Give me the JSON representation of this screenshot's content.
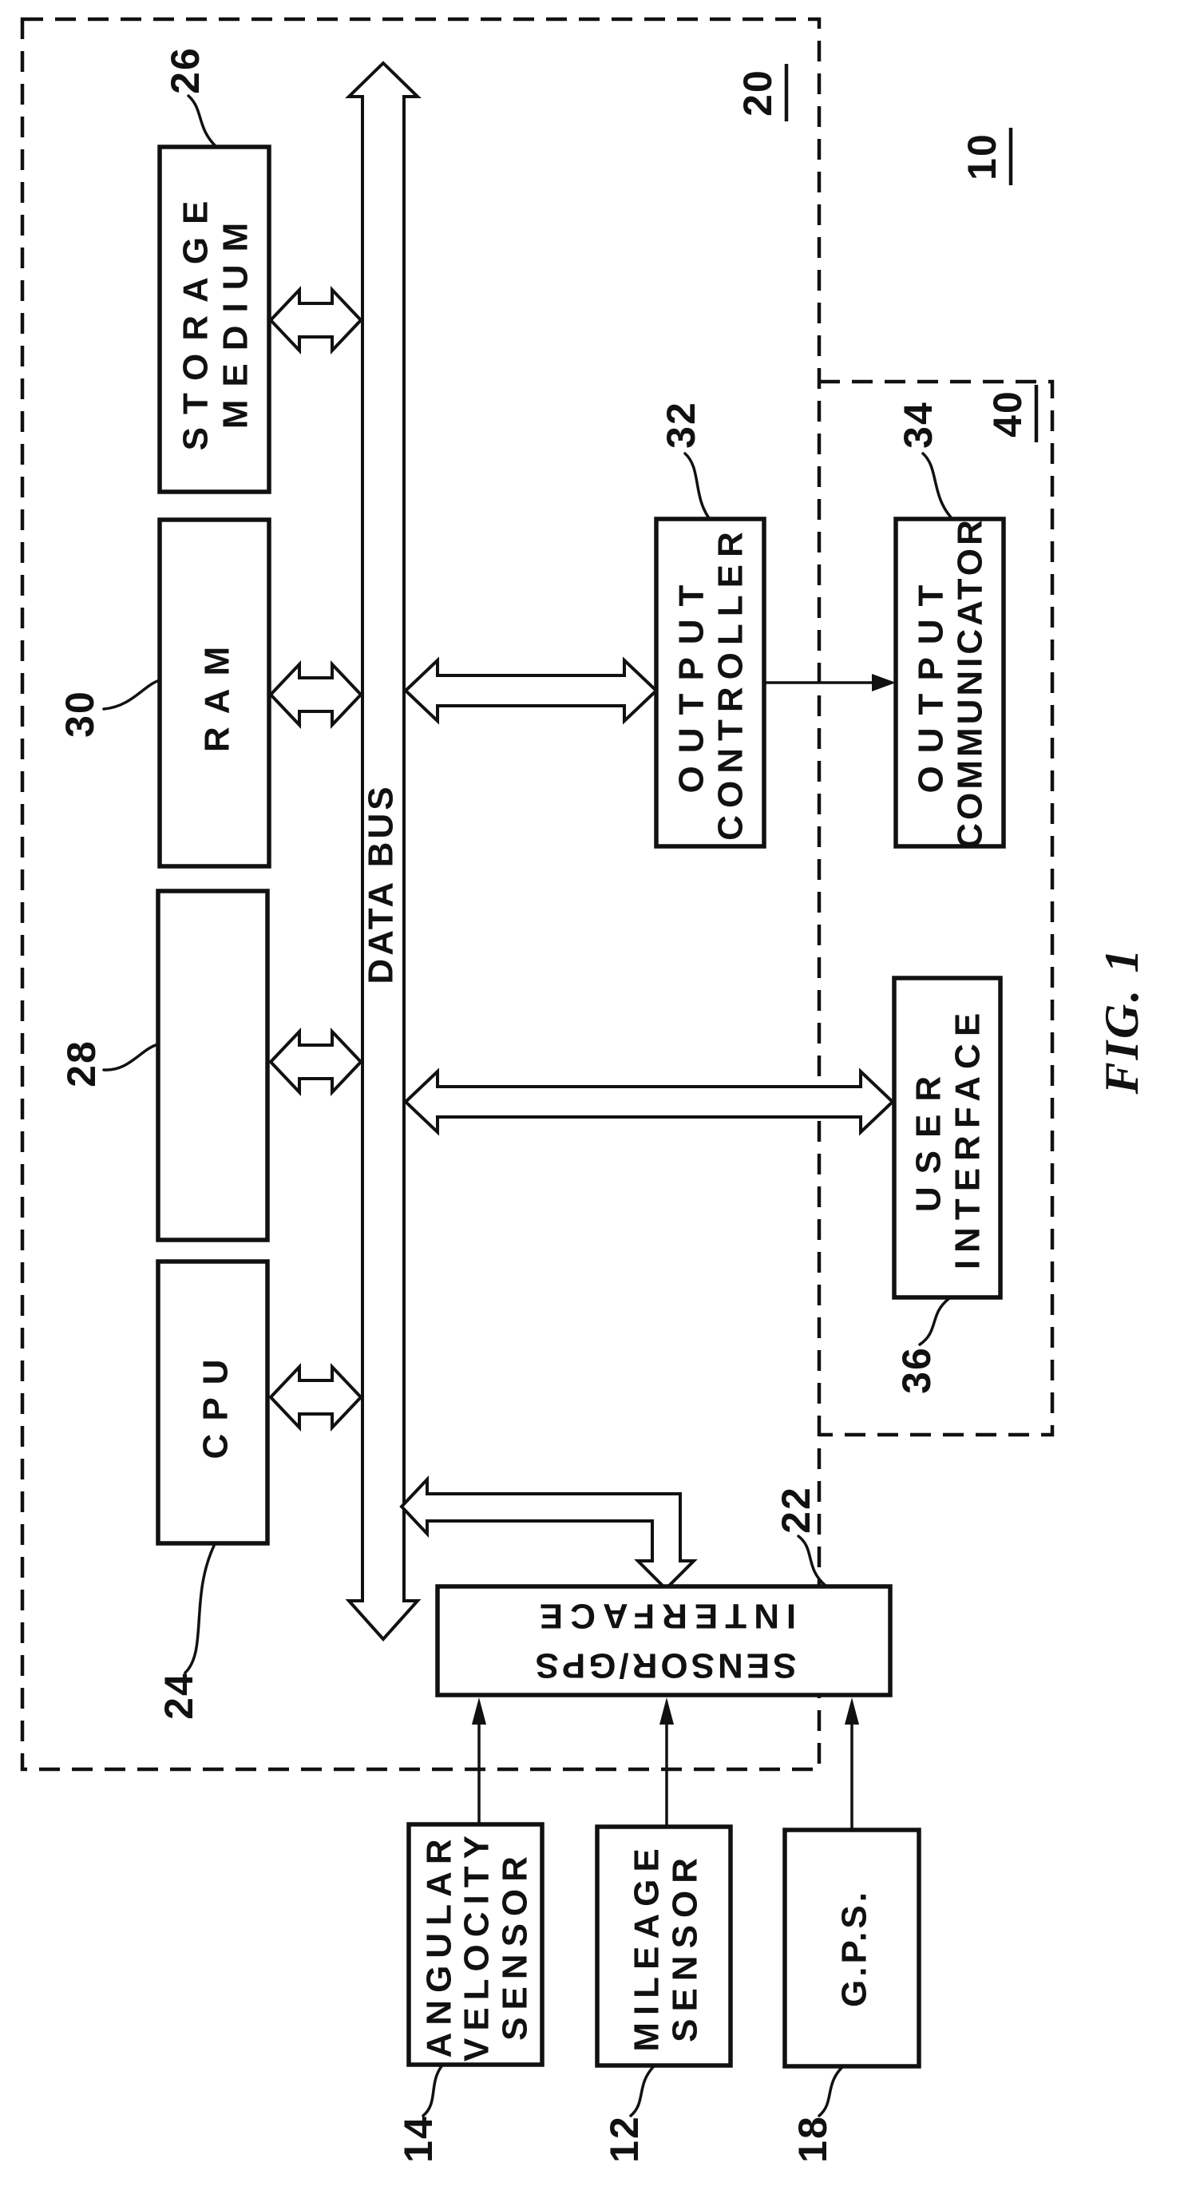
{
  "figure": {
    "fig_label": "FIG. 1",
    "system_ref": "10",
    "main_unit_ref": "20",
    "output_unit_ref": "40",
    "data_bus_label": "DATA BUS",
    "ink_color": "#111111",
    "background_color": "#ffffff"
  },
  "boxes": {
    "storage_medium": {
      "lines": [
        "STORAGE",
        "MEDIUM"
      ],
      "ref": "26"
    },
    "ram": {
      "lines": [
        "RAM"
      ],
      "ref": "30"
    },
    "memory_28": {
      "lines": [],
      "ref": "28"
    },
    "cpu": {
      "lines": [
        "CPU"
      ],
      "ref": "24"
    },
    "output_controller": {
      "lines": [
        "OUTPUT",
        "CONTROLLER"
      ],
      "ref": "32"
    },
    "output_communicator": {
      "lines": [
        "OUTPUT",
        "COMMUNICATOR"
      ],
      "ref": "34"
    },
    "user_interface": {
      "lines": [
        "USER",
        "INTERFACE"
      ],
      "ref": "36"
    },
    "sensor_gps_interface": {
      "lines": [
        "SENSOR/GPS",
        "INTERFACE"
      ],
      "ref": "22"
    },
    "angular_velocity_sensor": {
      "lines": [
        "ANGULAR",
        "VELOCITY",
        "SENSOR"
      ],
      "ref": "14"
    },
    "mileage_sensor": {
      "lines": [
        "MILEAGE",
        "SENSOR"
      ],
      "ref": "12"
    },
    "gps": {
      "lines": [
        "G.P.S."
      ],
      "ref": "18"
    }
  }
}
